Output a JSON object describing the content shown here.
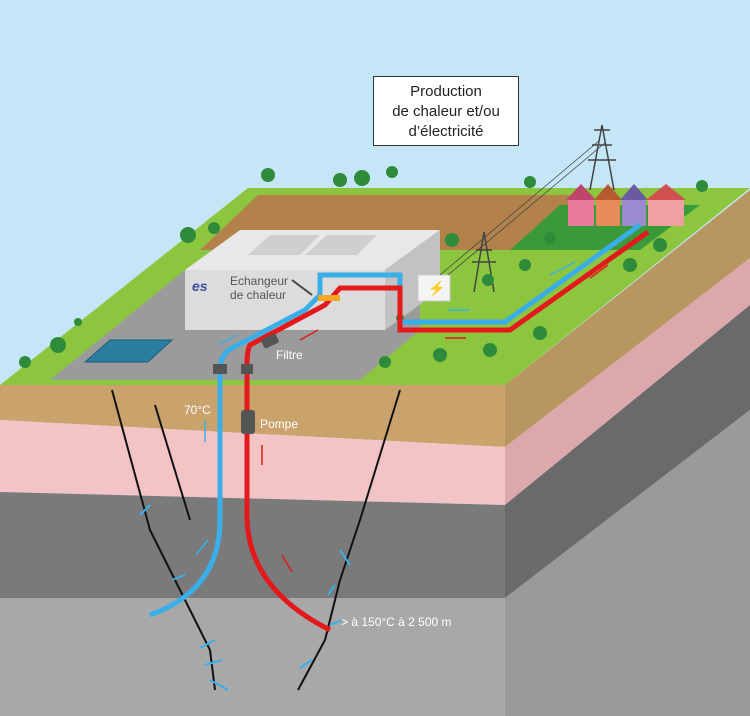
{
  "title_box": {
    "line1": "Production",
    "line2": "de chaleur et/ou",
    "line3": "d’électricité"
  },
  "labels": {
    "exchanger_line1": "Echangeur",
    "exchanger_line2": "de chaleur",
    "filter": "Filtre",
    "pump": "Pompe",
    "cold_temp": "70°C",
    "depth_temp": "> à 150°C à 2 500 m"
  },
  "logo": "es",
  "colors": {
    "cold_pipe": "#3aaee8",
    "hot_pipe": "#e3191b",
    "grass": "#8cc63f",
    "soil": "#c9a36b",
    "pink": "#f2c4c6",
    "dark_rock": "#7a7a7a",
    "rock": "#a8a8a8",
    "sky": "#c4e6f7"
  }
}
